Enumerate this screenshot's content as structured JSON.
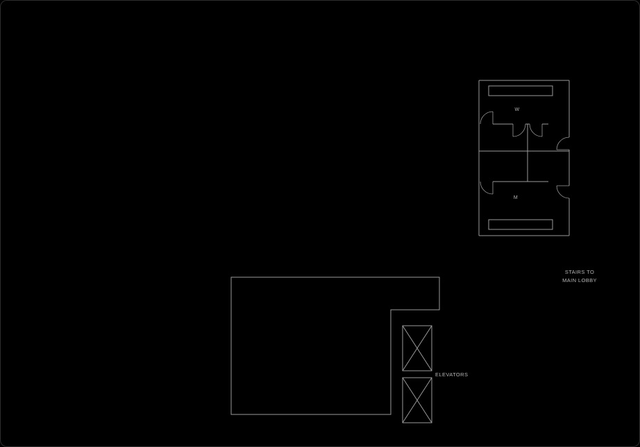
{
  "colors": {
    "background": "#000000",
    "line": "#9a9a9a",
    "text": "#b5b5b5"
  },
  "floorplan": {
    "restrooms": {
      "women_label": "W",
      "men_label": "M"
    },
    "stairs_note": {
      "line1": "STAIRS TO",
      "line2": "MAIN LOBBY"
    },
    "elevators_label": "ELEVATORS"
  }
}
